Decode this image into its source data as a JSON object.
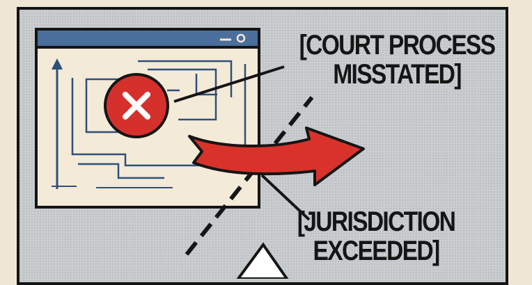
{
  "labels": {
    "court_process": [
      "[COURT PROCESS",
      "MISSTATED]"
    ],
    "jurisdiction": [
      "[JURISDICTION",
      "EXCEEDED]"
    ]
  },
  "colors": {
    "background": "#efe6d4",
    "panel": "#c9cdcf",
    "window_titlebar": "#4b6f9c",
    "window_body": "#f4ead8",
    "error_red": "#d6302c",
    "arrow_red": "#d8322b",
    "ink": "#151515"
  },
  "icons": {
    "error": "x-circle-icon",
    "window_controls": "minimize-close-icon",
    "y_axis": "arrow-up-icon"
  }
}
